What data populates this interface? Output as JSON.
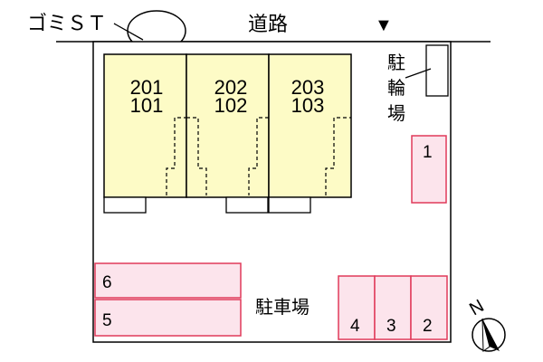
{
  "map": {
    "garbage_station_label": "ゴミＳＴ",
    "road_label": "道路",
    "road_marker": "▼",
    "bicycle_parking_label": [
      "駐",
      "輪",
      "場"
    ],
    "parking_label": "駐車場",
    "north_label": "N",
    "units": [
      {
        "upper": "201",
        "lower": "101"
      },
      {
        "upper": "202",
        "lower": "102"
      },
      {
        "upper": "203",
        "lower": "103"
      }
    ],
    "parking_slots": [
      "1",
      "2",
      "3",
      "4",
      "5",
      "6"
    ],
    "colors": {
      "unit_fill": "#FDFBC6",
      "parking_fill": "#FCE4EC",
      "parking_stroke": "#E03A5A",
      "line": "#000000"
    }
  }
}
